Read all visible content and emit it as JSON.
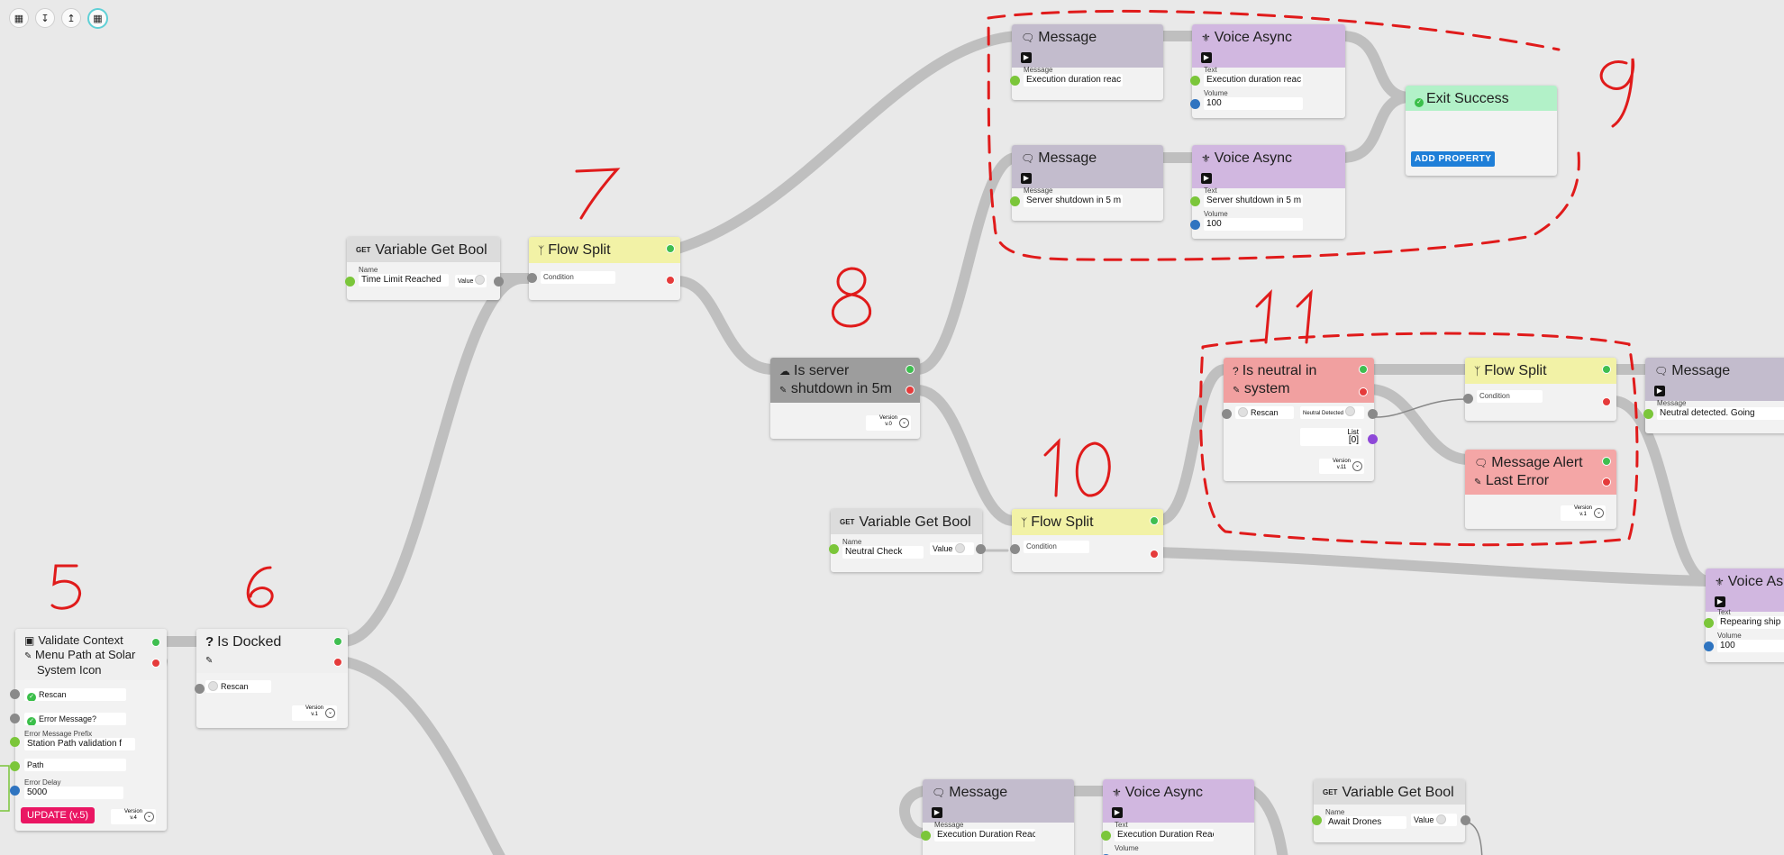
{
  "toolbar": {
    "icons": [
      "map-icon",
      "download-icon",
      "upload-icon",
      "grid-icon"
    ]
  },
  "annotations": [
    "7",
    "8",
    "9",
    "10",
    "11",
    "5",
    "6"
  ],
  "nodes": {
    "msg1": {
      "title": "Message",
      "field_label": "Message",
      "field_value": "Execution duration reac"
    },
    "voice1": {
      "title": "Voice Async",
      "text_label": "Text",
      "text_value": "Execution duration reac",
      "volume_label": "Volume",
      "volume_value": "100"
    },
    "msg2": {
      "title": "Message",
      "field_label": "Message",
      "field_value": "Server shutdown in 5 m"
    },
    "voice2": {
      "title": "Voice Async",
      "text_label": "Text",
      "text_value": "Server shutdown in 5 m",
      "volume_label": "Volume",
      "volume_value": "100"
    },
    "exit": {
      "title": "Exit Success",
      "button": "ADD PROPERTY"
    },
    "vgb1": {
      "badge": "GET",
      "title": "Variable Get Bool",
      "name_label": "Name",
      "name_value": "Time Limit Reached",
      "value_label": "Value"
    },
    "split1": {
      "title": "Flow Split",
      "cond_label": "Condition"
    },
    "server": {
      "title_line1": "Is server",
      "title_line2": "shutdown in 5m",
      "version_label": "Version",
      "version_value": "v.0"
    },
    "vgb2": {
      "badge": "GET",
      "title": "Variable Get Bool",
      "name_label": "Name",
      "name_value": "Neutral Check",
      "value_label": "Value"
    },
    "split2": {
      "title": "Flow Split",
      "cond_label": "Condition"
    },
    "neutral": {
      "title_line1": "Is neutral in",
      "title_line2": "system",
      "rescan_label": "Rescan",
      "detected_label": "Neutral Detected",
      "list_label": "List",
      "list_value": "[0]",
      "version_label": "Version",
      "version_value": "v.11"
    },
    "split3": {
      "title": "Flow Split",
      "cond_label": "Condition"
    },
    "alert": {
      "title_line1": "Message Alert",
      "title_line2": "Last Error",
      "version_label": "Version",
      "version_value": "v.1"
    },
    "msg3": {
      "title": "Message",
      "field_label": "Message",
      "field_value": "Neutral detected. Going"
    },
    "voice3": {
      "title": "Voice As",
      "text_label": "Text",
      "text_value": "Repearing ship",
      "volume_label": "Volume",
      "volume_value": "100"
    },
    "validate": {
      "title_line1": "Validate Context",
      "title_line2": "Menu Path at Solar",
      "title_line3": "System Icon",
      "rescan_label": "Rescan",
      "error_msg_label": "Error Message?",
      "prefix_label": "Error Message Prefix",
      "prefix_value": "Station Path validation f",
      "path_label": "Path",
      "delay_label": "Error Delay",
      "delay_value": "5000",
      "update_button": "UPDATE (v.5)",
      "version_label": "Version",
      "version_value": "v.4"
    },
    "docked": {
      "title": "Is Docked",
      "rescan_label": "Rescan",
      "version_label": "Version",
      "version_value": "v.1"
    },
    "msg4": {
      "title": "Message",
      "field_label": "Message",
      "field_value": "Execution Duration Reac"
    },
    "voice4": {
      "title": "Voice Async",
      "text_label": "Text",
      "text_value": "Execution Duration Reac",
      "volume_label": "Volume"
    },
    "vgb3": {
      "badge": "GET",
      "title": "Variable Get Bool",
      "name_label": "Name",
      "name_value": "Await Drones",
      "value_label": "Value"
    }
  },
  "colors": {
    "canvas": "#e9e9e9",
    "wire": "#bdbdbd",
    "annotation": "#e01b1b",
    "pin_green": "#7bc63a",
    "pin_blue": "#2f74c0",
    "pin_purple": "#8e48d8"
  }
}
